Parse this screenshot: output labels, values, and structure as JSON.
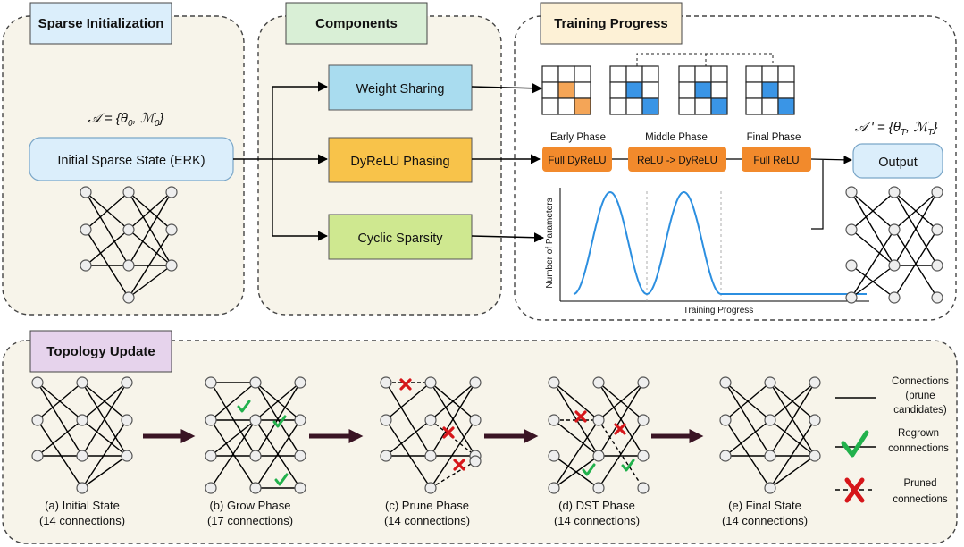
{
  "sections": {
    "sparse_init": "Sparse Initialization",
    "components": "Components",
    "training_progress": "Training Progress",
    "topology_update": "Topology Update"
  },
  "init": {
    "formula_prefix": "𝒜 = {θ",
    "formula_sub0": "0",
    "formula_mid": ", ℳ",
    "formula_sub1": "0",
    "formula_end": "}",
    "state_label": "Initial Sparse State (ERK)"
  },
  "components": {
    "weight_sharing": "Weight Sharing",
    "dyrelu_phasing": "DyReLU Phasing",
    "cyclic_sparsity": "Cyclic Sparsity"
  },
  "phases": {
    "early_label": "Early Phase",
    "middle_label": "Middle Phase",
    "final_label": "Final Phase",
    "early_box": "Full DyReLU",
    "middle_box": "ReLU -> DyReLU",
    "final_box": "Full ReLU"
  },
  "plot": {
    "ylabel": "Number of Parameters",
    "xlabel": "Training Progress"
  },
  "output": {
    "formula_prefix": "𝒜 ' = {θ",
    "formula_sub0": "T",
    "formula_mid": ", ℳ",
    "formula_sub1": "T",
    "formula_end": "}",
    "label": "Output"
  },
  "topology": {
    "stages": [
      {
        "name": "(a) Initial State",
        "count": "(14 connections)"
      },
      {
        "name": "(b) Grow Phase",
        "count": "(17 connections)"
      },
      {
        "name": "(c) Prune Phase",
        "count": "(14 connections)"
      },
      {
        "name": "(d) DST Phase",
        "count": "(14 connections)"
      },
      {
        "name": "(e) Final State",
        "count": "(14 connections)"
      }
    ],
    "legend": {
      "connections_1": "Connections",
      "connections_2": "(prune",
      "connections_3": "candidates)",
      "regrown_1": "Regrown",
      "regrown_2": "connnections",
      "pruned_1": "Pruned",
      "pruned_2": "connections"
    }
  },
  "colors": {
    "panel_fill": "#f7f4ea",
    "sparse_init_fill": "#dbeefb",
    "components_fill": "#d9efd6",
    "training_fill": "#fdf1d6",
    "topology_fill": "#e6d3ec",
    "weight_sharing": "#a9dcef",
    "dyrelu": "#f8c34a",
    "cyclic": "#cfe890",
    "phase_box": "#f28a2c",
    "matrix_orange": "#f4a557",
    "matrix_blue": "#3a95e6",
    "curve": "#2c8fe0",
    "check": "#22b14c",
    "cross": "#d6161a",
    "arrow_dark": "#3a1424"
  }
}
